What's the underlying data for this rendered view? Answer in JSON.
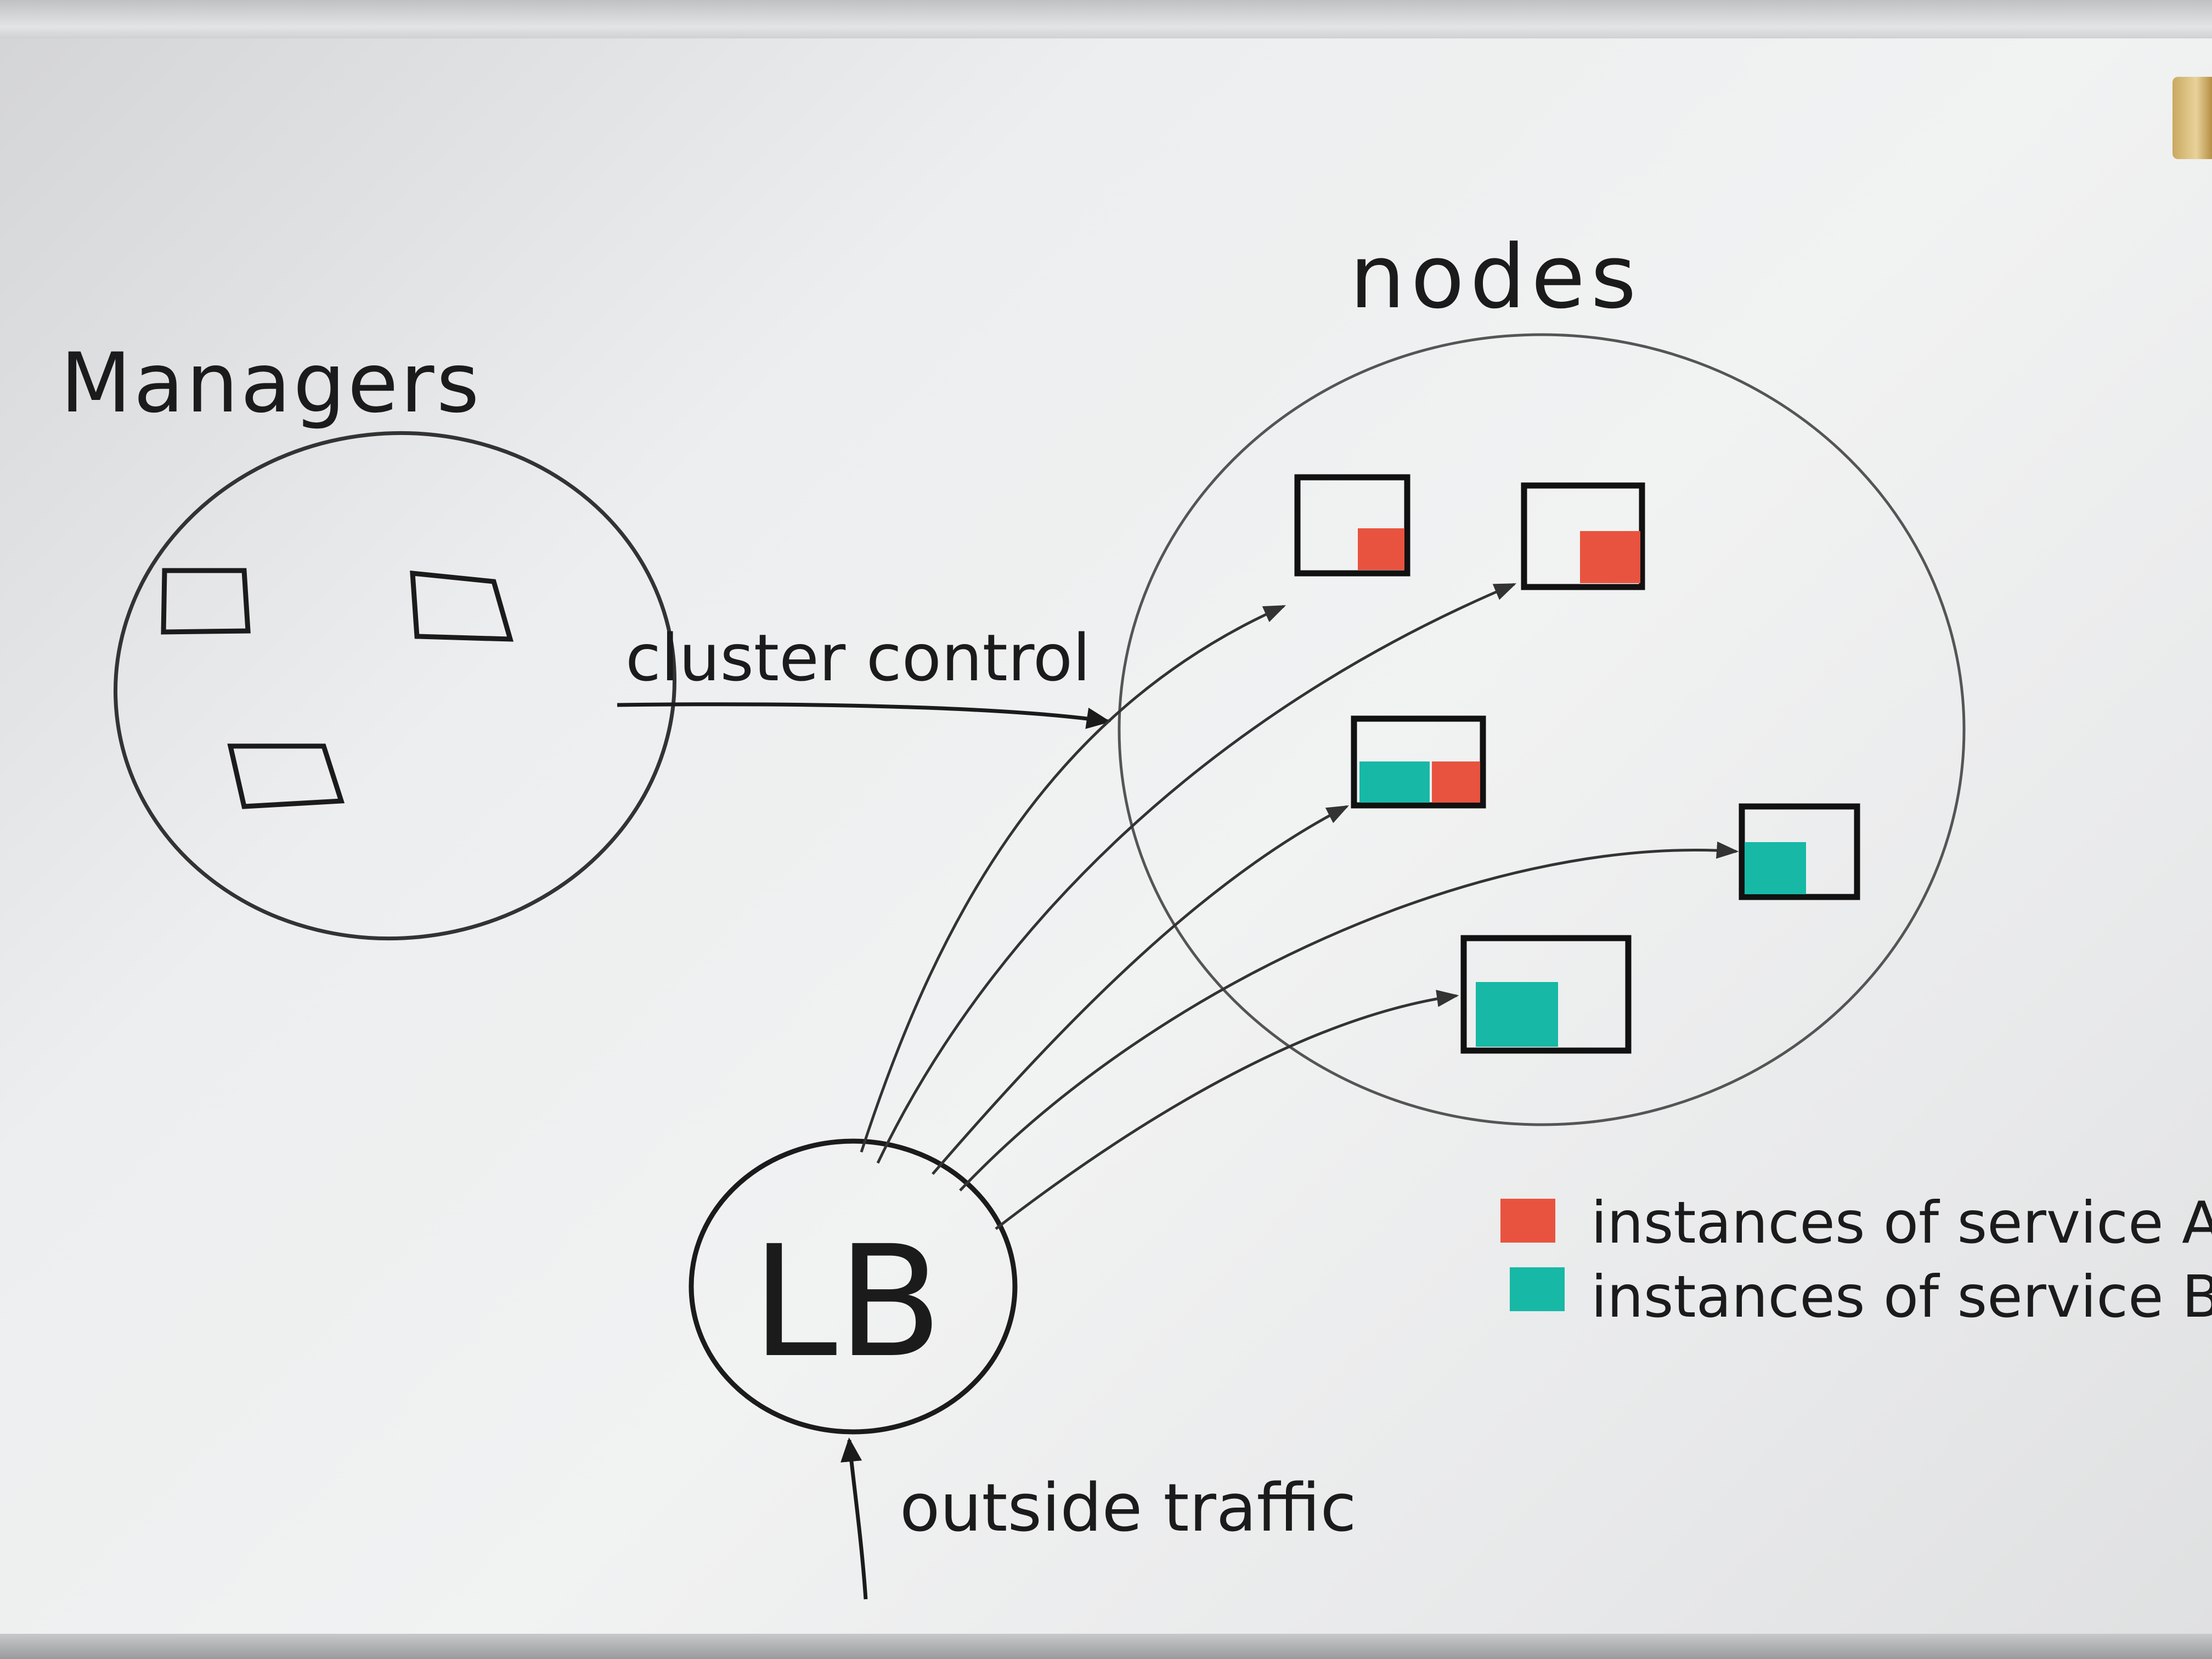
{
  "labels": {
    "managers": "Managers",
    "nodes": "nodes",
    "cluster_control": "cluster control",
    "lb": "LB",
    "outside_traffic": "outside traffic"
  },
  "legend": {
    "service_a": "instances of service A",
    "service_b": "instances of service B"
  },
  "colors": {
    "service_a": "#e8533f",
    "service_b": "#17b8a6",
    "ink": "#1b1b1b",
    "board": "#eceeef"
  }
}
